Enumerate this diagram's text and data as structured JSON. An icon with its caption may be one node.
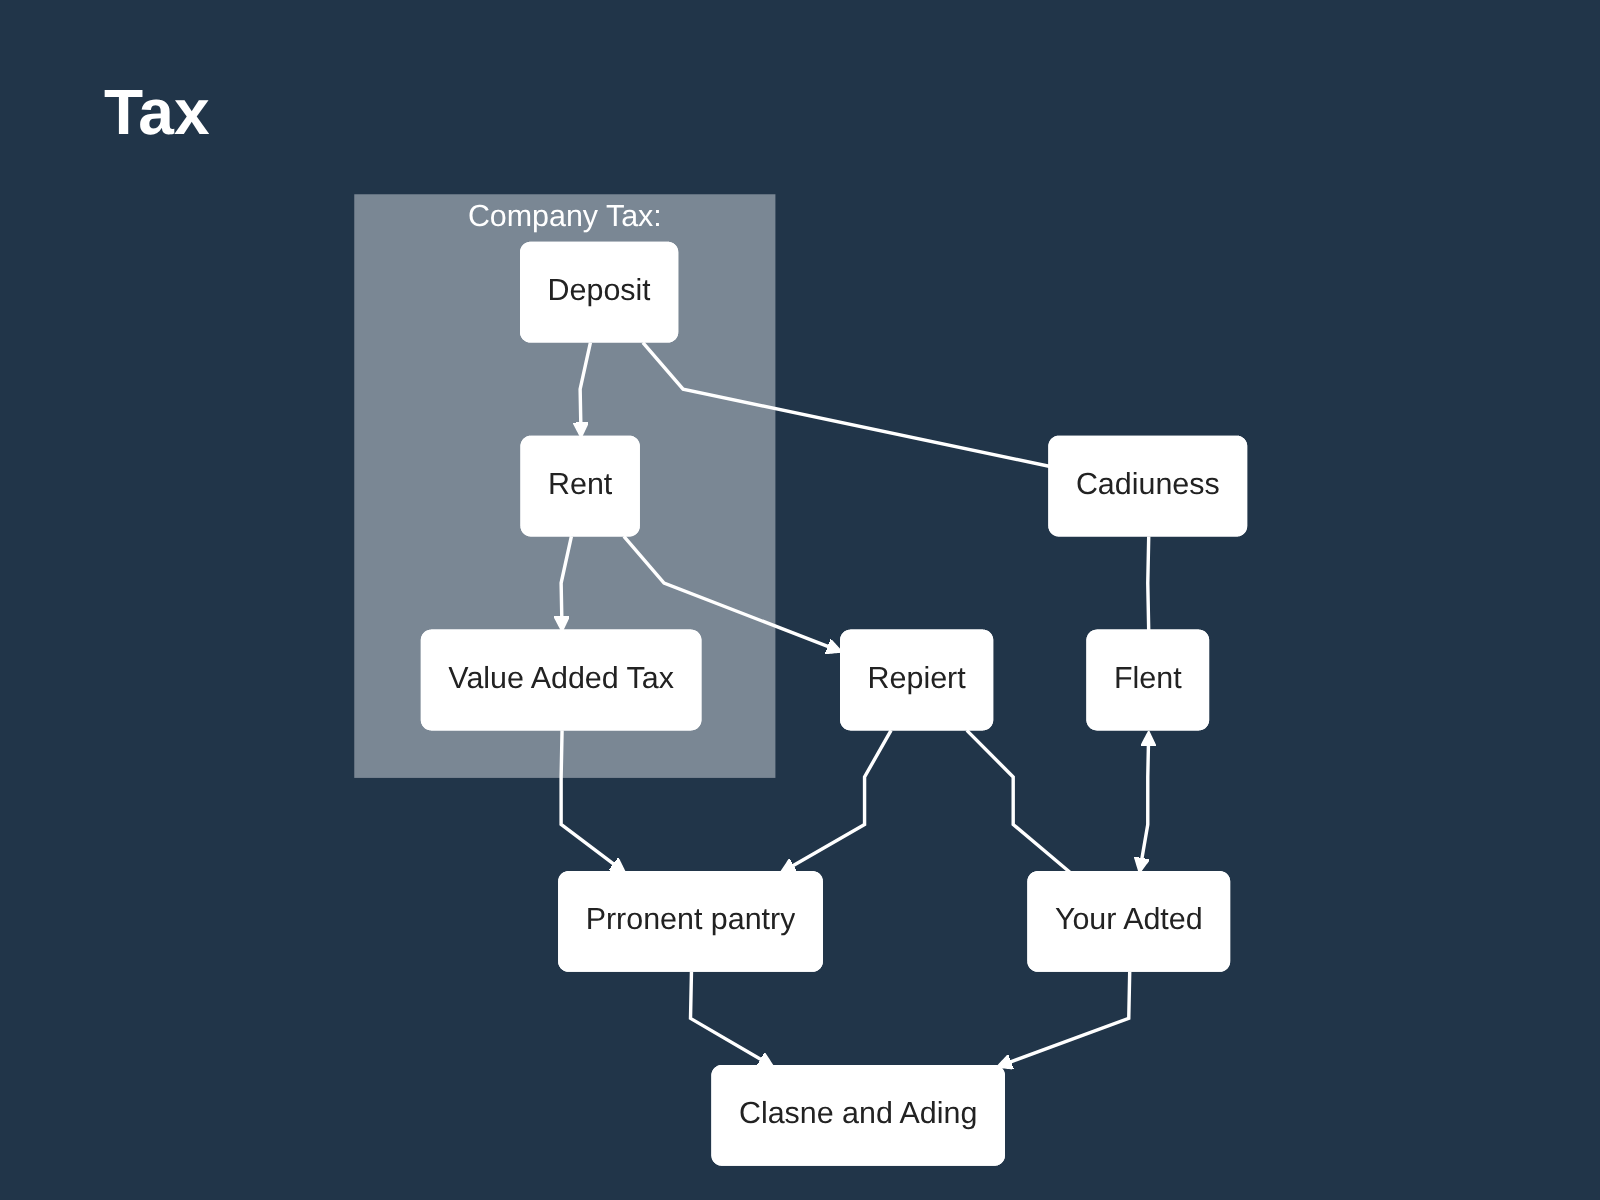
{
  "diagram": {
    "title": "Tax",
    "nodes": [
      {
        "text": [
          "Company Tax:"
        ]
      },
      {
        "text": [
          "Deposit"
        ],
        "in": 0
      },
      {
        "text": [
          "Rent"
        ],
        "in": 0
      },
      {
        "text": [
          "Value Added Tax"
        ],
        "in": 0
      },
      {
        "text": [
          "Cadiuness"
        ]
      },
      {
        "text": [
          "Repiert"
        ]
      },
      {
        "text": [
          "Prronent pantry"
        ]
      },
      {
        "text": [
          "Your Adted"
        ]
      },
      {
        "text": [
          "Clasne and Ading"
        ]
      },
      {
        "text": [
          "Flent"
        ]
      }
    ],
    "edges": [
      {
        "from": 1,
        "to": 2,
        "arrow": "to"
      },
      {
        "from": 2,
        "to": 3,
        "arrow": "to"
      },
      {
        "from": 1,
        "to": 4,
        "arrow": "none"
      },
      {
        "from": 2,
        "to": 5,
        "arrow": "to"
      },
      {
        "from": 3,
        "to": 6,
        "arrow": "to"
      },
      {
        "from": 5,
        "to": 6,
        "arrow": "to"
      },
      {
        "from": 4,
        "to": 9,
        "arrow": "none"
      },
      {
        "from": 5,
        "to": 7,
        "arrow": "none"
      },
      {
        "from": 6,
        "to": 8,
        "arrow": "to"
      },
      {
        "from": 7,
        "to": 8,
        "arrow": "to"
      },
      {
        "from": 9,
        "to": 7,
        "arrow": "both"
      }
    ]
  }
}
